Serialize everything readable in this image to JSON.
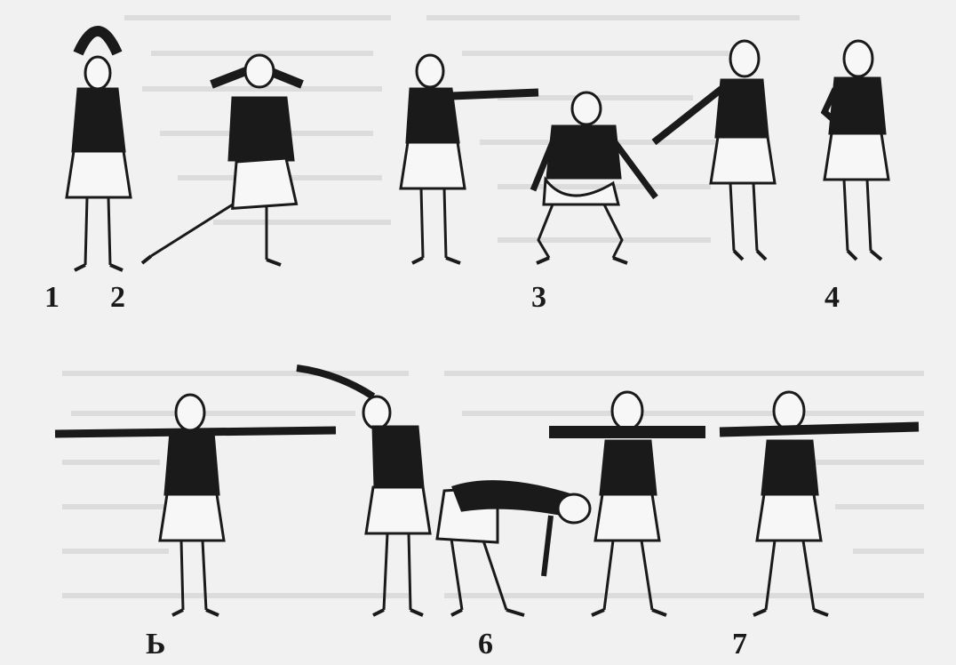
{
  "labels": {
    "l1": "1",
    "l2": "2",
    "l3": "3",
    "l4": "4",
    "l5": "Ь",
    "l6": "6",
    "l7": "7"
  },
  "colors": {
    "ink": "#1a1a1a",
    "paper": "#f1f1f1",
    "skirt": "#f7f7f7",
    "texture": "#cfcfcf"
  }
}
